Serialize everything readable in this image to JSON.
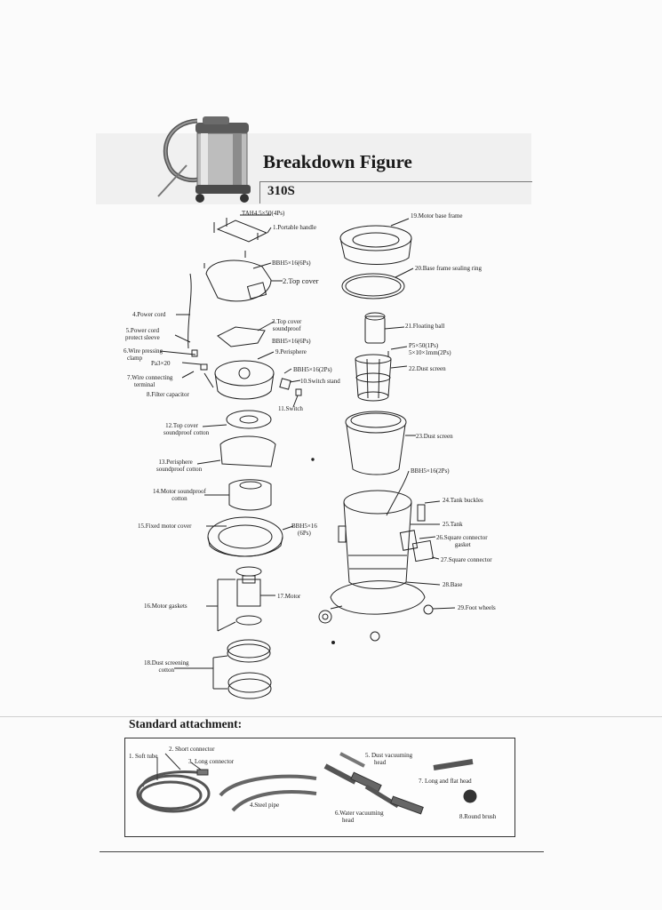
{
  "title": "Breakdown Figure",
  "model": "310S",
  "labels": {
    "tah": "TAH4.5×50(4Ps)",
    "p1": "1.Portable handle",
    "bbh6a": "BBH5×16(6Ps)",
    "p2": "2.Top cover",
    "p3a": "3.Top cover",
    "p3b": "soundproof",
    "bbh6b": "BBH5×16(6Ps)",
    "p4": "4.Power cord",
    "p5a": "5.Power cord",
    "p5b": "protect sleeve",
    "p6a": "6.Wire pressing",
    "p6b": "clamp",
    "pa3": "Pa3×20",
    "p7a": "7.Wire connecting",
    "p7b": "terminal",
    "p8": "8.Filter capacitor",
    "p9": "9.Perisphere",
    "bbh2a": "BBH5×16(2Ps)",
    "p10": "10.Switch stand",
    "p11": "11.Switch",
    "p12a": "12.Top cover",
    "p12b": "soundproof cotton",
    "p13a": "13.Perisphere",
    "p13b": "soundproof cotton",
    "p14a": "14.Motor soundproof",
    "p14b": "cotton",
    "p15": "15.Fixed motor cover",
    "bbh16a": "BBH5×16",
    "bbh16b": "(6Ps)",
    "p16": "16.Motor gaskets",
    "p17": "17.Motor",
    "p18a": "18.Dust screening",
    "p18b": "cotton",
    "p19": "19.Motor base frame",
    "p20": "20.Base frame sealing ring",
    "p21": "21.Floating ball",
    "p5x50": "P5×50(1Ps)",
    "p5x10": "5×10×1mm(2Ps)",
    "p22": "22.Dust screen",
    "p23": "23.Dust screen",
    "bbh2b": "BBH5×16(2Ps)",
    "p24": "24.Tank buckles",
    "p25": "25.Tank",
    "p26a": "26.Square connector",
    "p26b": "gasket",
    "p27": "27.Square connector",
    "p28": "28.Base",
    "p29": "29.Foot wheels"
  },
  "standard": {
    "title": "Standard attachment:",
    "a1": "1. Soft tube",
    "a2": "2. Short connector",
    "a3": "3. Long connector",
    "a4": "4.Steel pipe",
    "a5a": "5. Dust vacuuming",
    "a5b": "head",
    "a6a": "6.Water vacuuming",
    "a6b": "head",
    "a7": "7. Long and flat head",
    "a8": "8.Round brush"
  }
}
